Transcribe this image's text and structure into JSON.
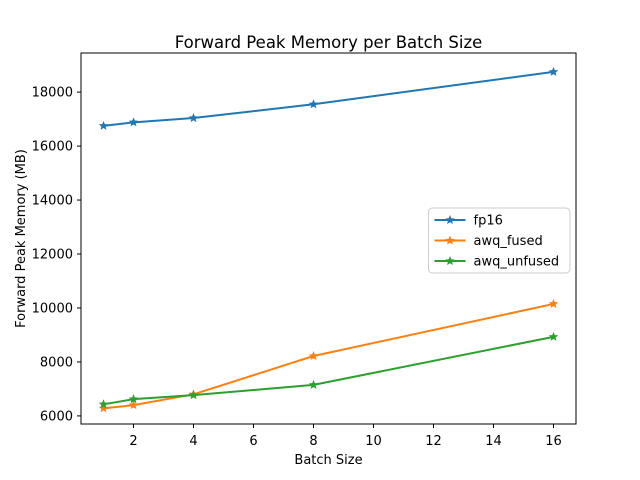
{
  "chart_data": {
    "type": "line",
    "title": "Forward Peak Memory per Batch Size",
    "xlabel": "Batch Size",
    "ylabel": "Forward Peak Memory (MB)",
    "x": [
      1,
      2,
      4,
      8,
      16
    ],
    "series": [
      {
        "name": "fp16",
        "color": "#1f77b4",
        "marker": "star",
        "values": [
          16750,
          16880,
          17040,
          17550,
          18750
        ]
      },
      {
        "name": "awq_fused",
        "color": "#ff7f0e",
        "marker": "star",
        "values": [
          6280,
          6400,
          6800,
          8220,
          10150
        ]
      },
      {
        "name": "awq_unfused",
        "color": "#2ca02c",
        "marker": "star",
        "values": [
          6430,
          6620,
          6770,
          7150,
          8930
        ]
      }
    ],
    "x_ticks": [
      2,
      4,
      6,
      8,
      10,
      12,
      14,
      16
    ],
    "y_ticks": [
      6000,
      8000,
      10000,
      12000,
      14000,
      16000,
      18000
    ],
    "xlim": [
      0.25,
      16.75
    ],
    "ylim": [
      5700,
      19450
    ],
    "grid": false,
    "legend": {
      "position": "center right",
      "edge_color": "#cccccc",
      "background": "#ffffff"
    },
    "background": "#ffffff",
    "spine_color": "#000000",
    "text_color": "#000000"
  }
}
